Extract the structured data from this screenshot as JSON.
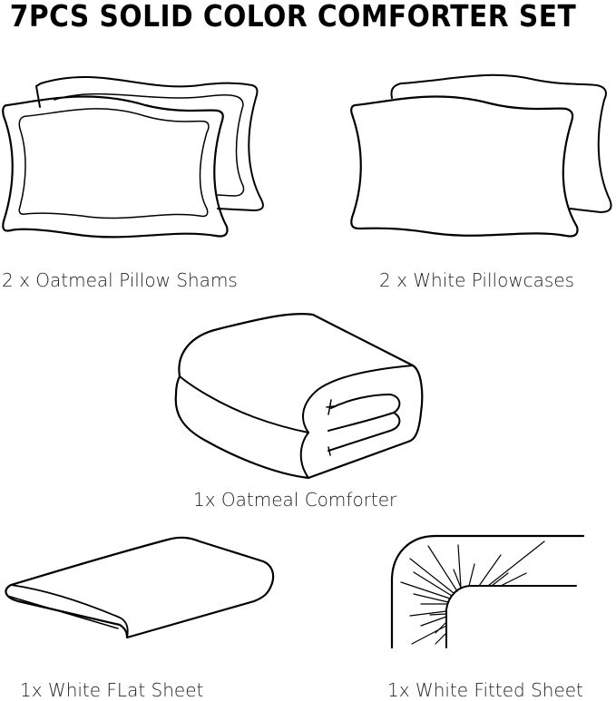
{
  "title": "7PCS SOLID COLOR COMFORTER SET",
  "items": [
    {
      "id": "pillow-shams",
      "label": "2 x Oatmeal Pillow Shams",
      "icon": "pillow-sham-icon"
    },
    {
      "id": "pillowcases",
      "label": "2 x White Pillowcases",
      "icon": "pillowcase-icon"
    },
    {
      "id": "comforter",
      "label": "1x Oatmeal Comforter",
      "icon": "folded-comforter-icon"
    },
    {
      "id": "flat-sheet",
      "label": "1x White FLat Sheet",
      "icon": "flat-sheet-icon"
    },
    {
      "id": "fitted-sheet",
      "label": "1x White Fitted Sheet",
      "icon": "fitted-sheet-icon"
    }
  ],
  "colors": {
    "background": "#ffffff",
    "line": "#000000",
    "text": "#222222"
  }
}
